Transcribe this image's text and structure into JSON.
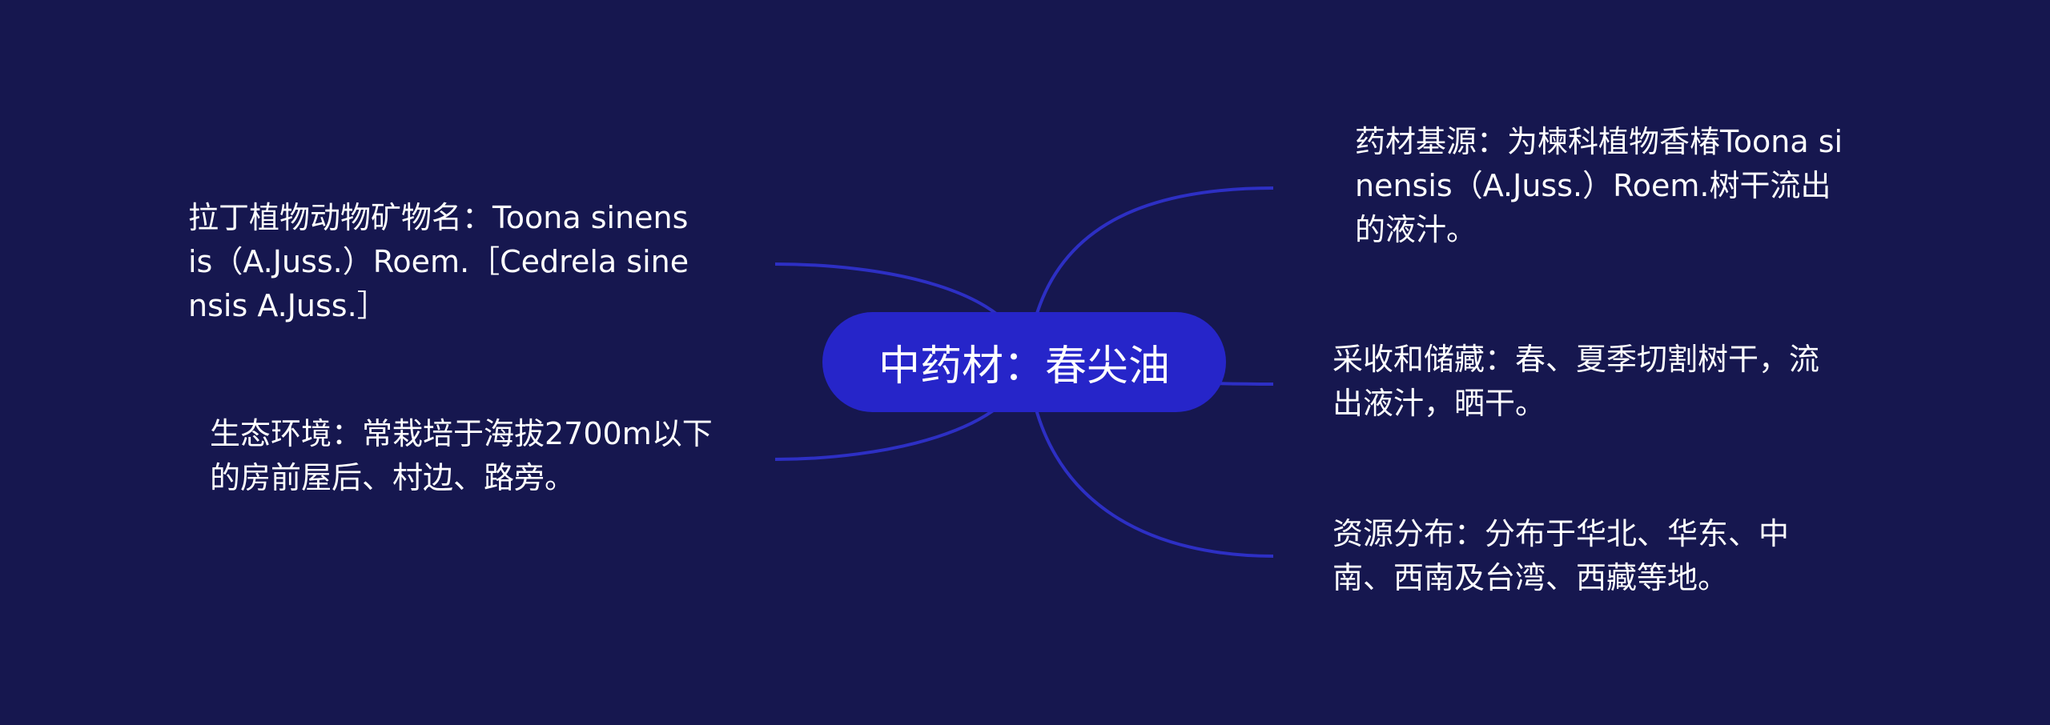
{
  "mindmap": {
    "root": "中药材：春尖油",
    "left": [
      {
        "text": "拉丁植物动物矿物名：Toona sinensis（A.Juss.）Roem.［Cedrela sinensis A.Juss.］"
      },
      {
        "text": "生态环境：常栽培于海拔2700m以下的房前屋后、村边、路旁。"
      }
    ],
    "right": [
      {
        "text": "药材基源：为楝科植物香椿Toona sinensis（A.Juss.）Roem.树干流出的液汁。"
      },
      {
        "text": "采收和储藏：春、夏季切割树干，流出液汁，晒干。"
      },
      {
        "text": "资源分布：分布于华北、华东、中南、西南及台湾、西藏等地。"
      }
    ]
  },
  "colors": {
    "background": "#16174f",
    "center_fill": "#2625c9",
    "connector": "#2d2fc4",
    "text": "#ffffff"
  }
}
